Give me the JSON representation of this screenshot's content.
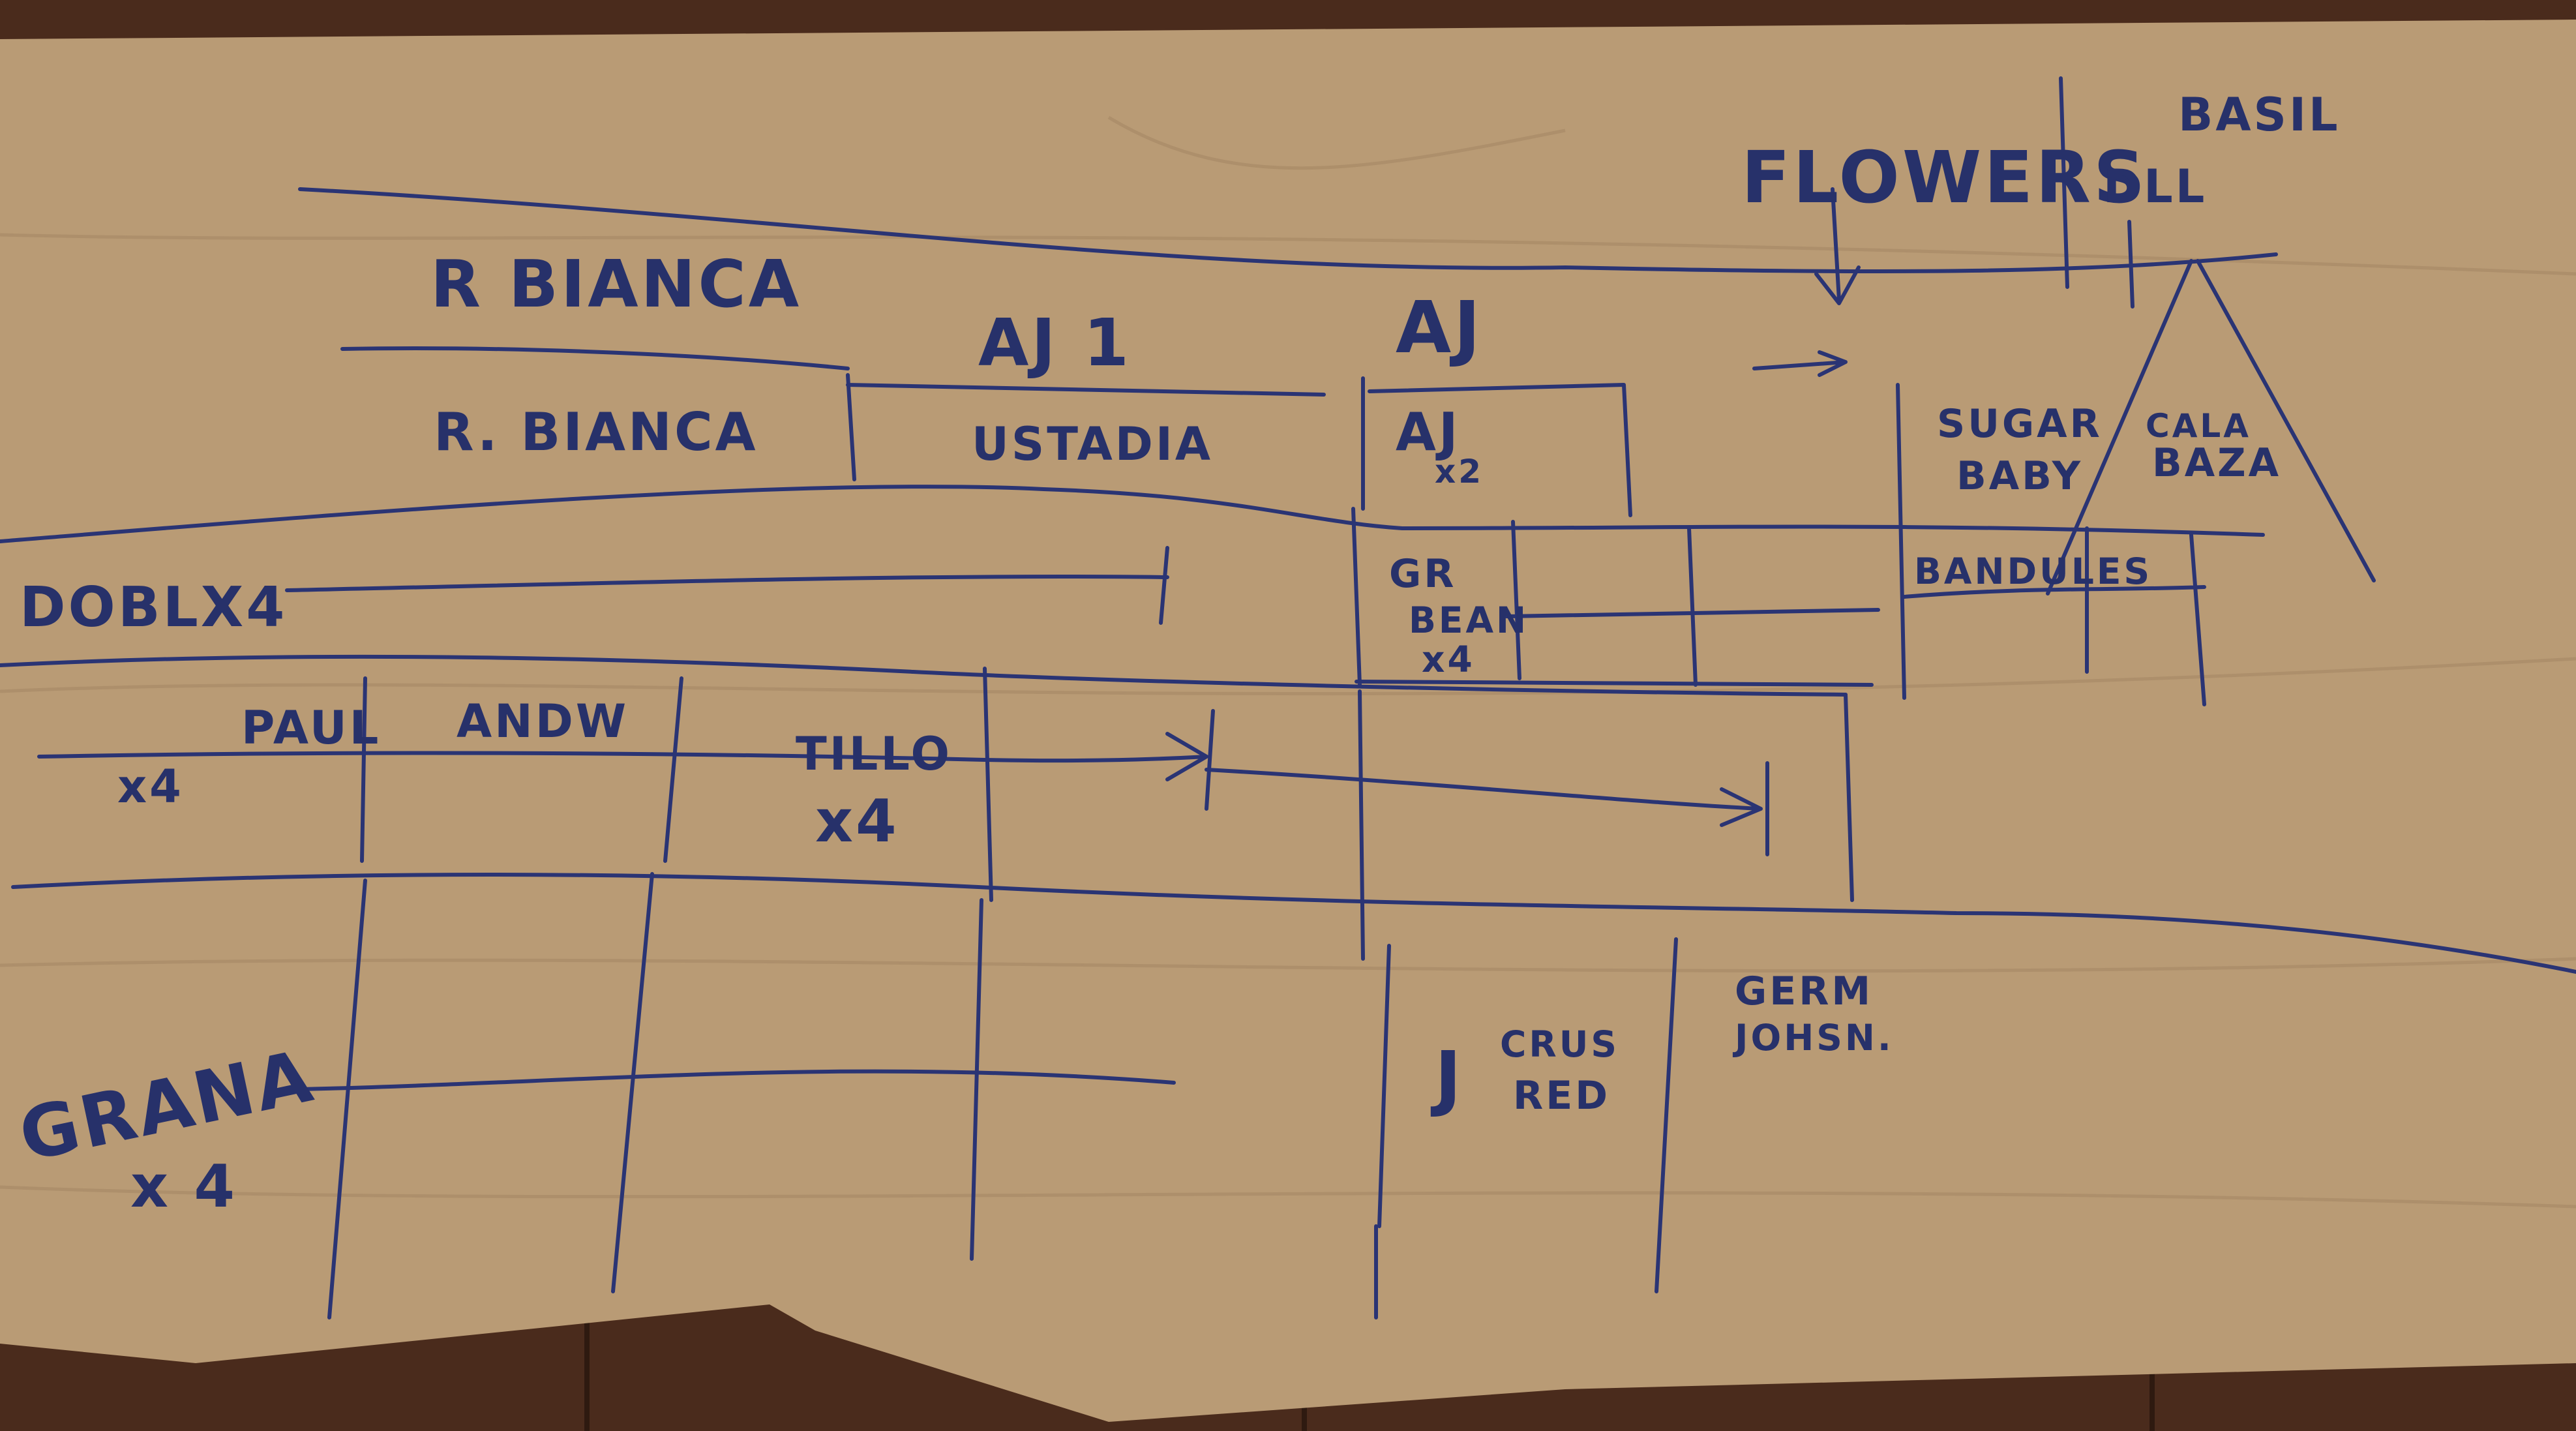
{
  "colors": {
    "paper": "#b99b75",
    "ink": "#2a3474",
    "floor": "#4a2b1c"
  },
  "labels": {
    "r_bianca_top": "R BIANCA",
    "aji_1": "AJ 1",
    "aji_top": "AJ",
    "flowers": "FLOWERS",
    "basil": "BASIL",
    "dill": "DLL",
    "r_bianca_2": "R. BIANCA",
    "ustadia": "USTADIA",
    "aji_x2": "AJ",
    "x2": "x2",
    "sugar_baby_1": "SUGAR",
    "sugar_baby_2": "BABY",
    "calabaza_1": "CALA",
    "calabaza_2": "BAZA",
    "bandules": "BANDULES",
    "doblx4": "DOBLX4",
    "gr_bean_1": "GR",
    "gr_bean_2": "BEAN",
    "gr_bean_3": "x4",
    "paul": "PAUL",
    "x4_left": "x4",
    "andw": "ANDW",
    "tillo": "TILLO",
    "x4_mid": "x4",
    "grana": "GRANA",
    "x4_grana": "x 4",
    "j_crus_1": "J",
    "j_crus_2": "CRUS",
    "j_crus_3": "RED",
    "german_1": "GERM",
    "german_2": "JOHSN."
  }
}
